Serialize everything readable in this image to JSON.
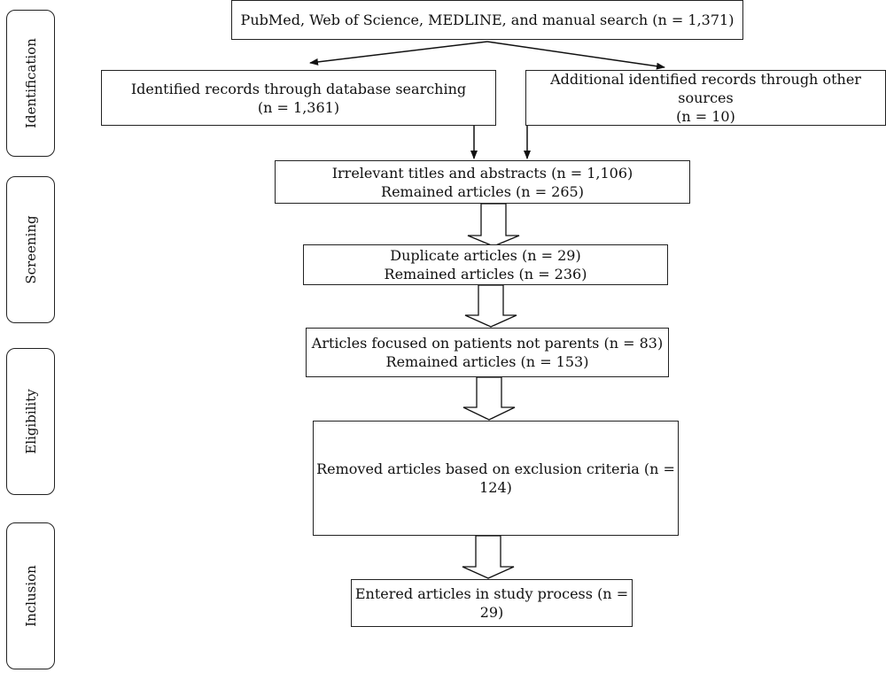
{
  "stages": [
    {
      "id": "identification",
      "label": "Identification"
    },
    {
      "id": "screening",
      "label": "Screening"
    },
    {
      "id": "eligibility",
      "label": "Eligibility"
    },
    {
      "id": "inclusion",
      "label": "Inclusion"
    }
  ],
  "boxes": {
    "source": {
      "line1": "PubMed, Web of Science, MEDLINE, and manual search (n = 1,371)"
    },
    "database": {
      "line1": "Identified records through database searching",
      "line2": "(n = 1,361)"
    },
    "other": {
      "line1": "Additional identified records through other sources",
      "line2": "(n = 10)"
    },
    "irrelevant": {
      "line1": "Irrelevant titles and abstracts (n = 1,106)",
      "line2": "Remained articles (n = 265)"
    },
    "duplicate": {
      "line1": "Duplicate articles (n = 29)",
      "line2": "Remained articles (n = 236)"
    },
    "patients": {
      "line1": "Articles focused on patients not parents (n = 83)",
      "line2": "Remained articles (n = 153)"
    },
    "exclusion": {
      "line1": "Removed articles based on exclusion criteria (n = 124)"
    },
    "entered": {
      "line1": "Entered articles in study process (n = 29)"
    }
  }
}
